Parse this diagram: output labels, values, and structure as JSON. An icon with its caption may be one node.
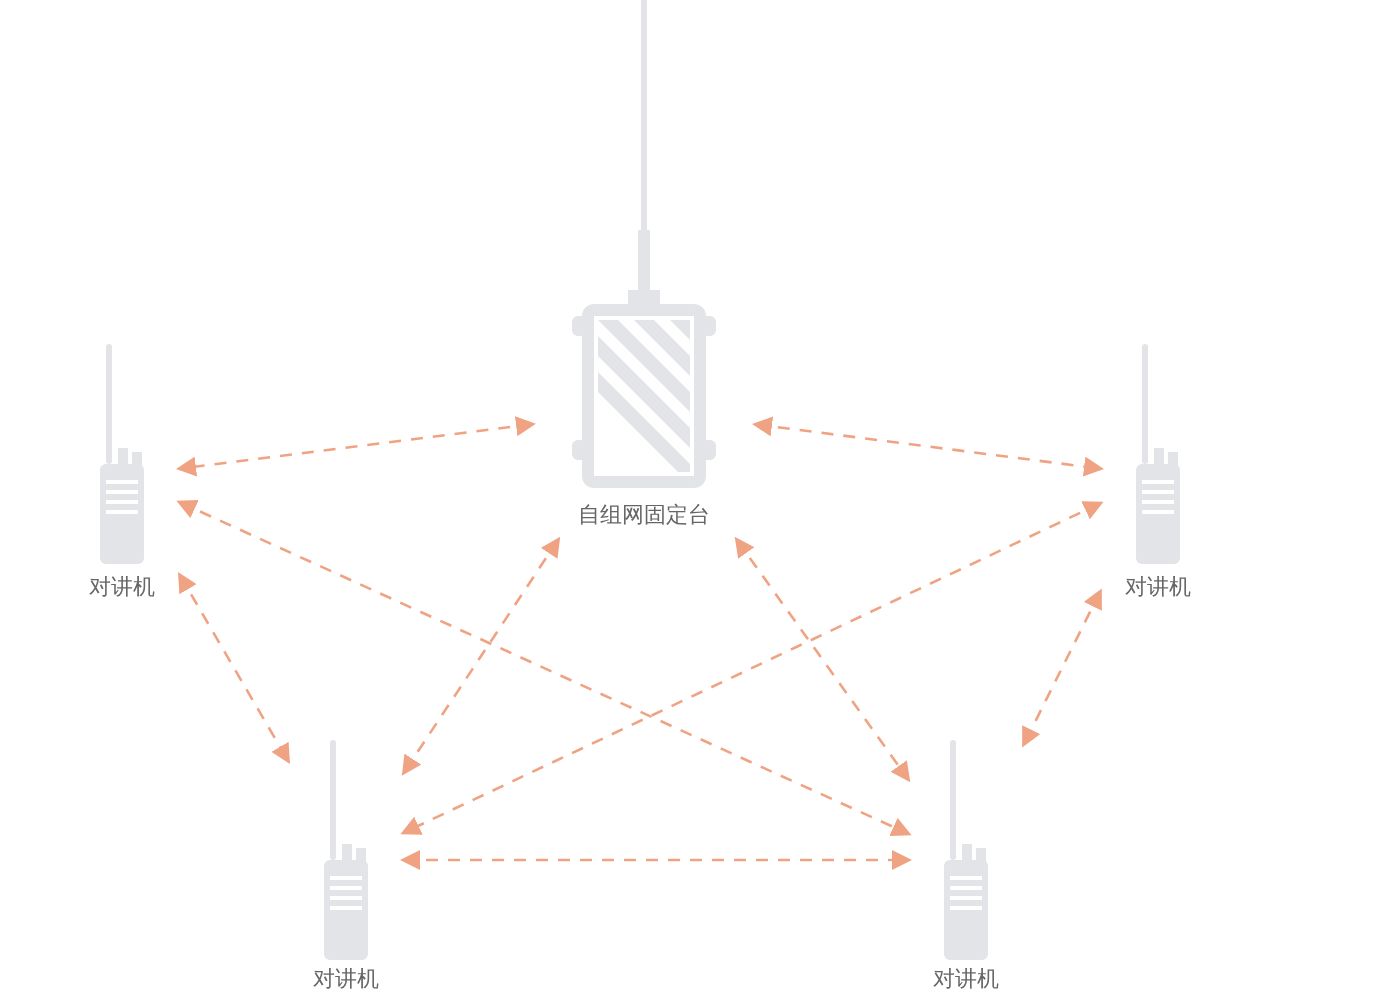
{
  "diagram": {
    "nodes": [
      {
        "text": [
          "自组网固定台"
        ]
      },
      {
        "text": [
          "对讲机"
        ]
      },
      {
        "text": [
          "对讲机"
        ]
      },
      {
        "text": [
          "对讲机"
        ]
      },
      {
        "text": [
          "对讲机"
        ]
      }
    ],
    "edges": [
      {
        "from": 0,
        "to": 1,
        "arrow": "both"
      },
      {
        "from": 0,
        "to": 2,
        "arrow": "both"
      },
      {
        "from": 0,
        "to": 3,
        "arrow": "both"
      },
      {
        "from": 0,
        "to": 4,
        "arrow": "both"
      },
      {
        "from": 1,
        "to": 3,
        "arrow": "both"
      },
      {
        "from": 1,
        "to": 4,
        "arrow": "both"
      },
      {
        "from": 2,
        "to": 3,
        "arrow": "both"
      },
      {
        "from": 2,
        "to": 4,
        "arrow": "both"
      },
      {
        "from": 3,
        "to": 4,
        "arrow": "both"
      }
    ]
  }
}
